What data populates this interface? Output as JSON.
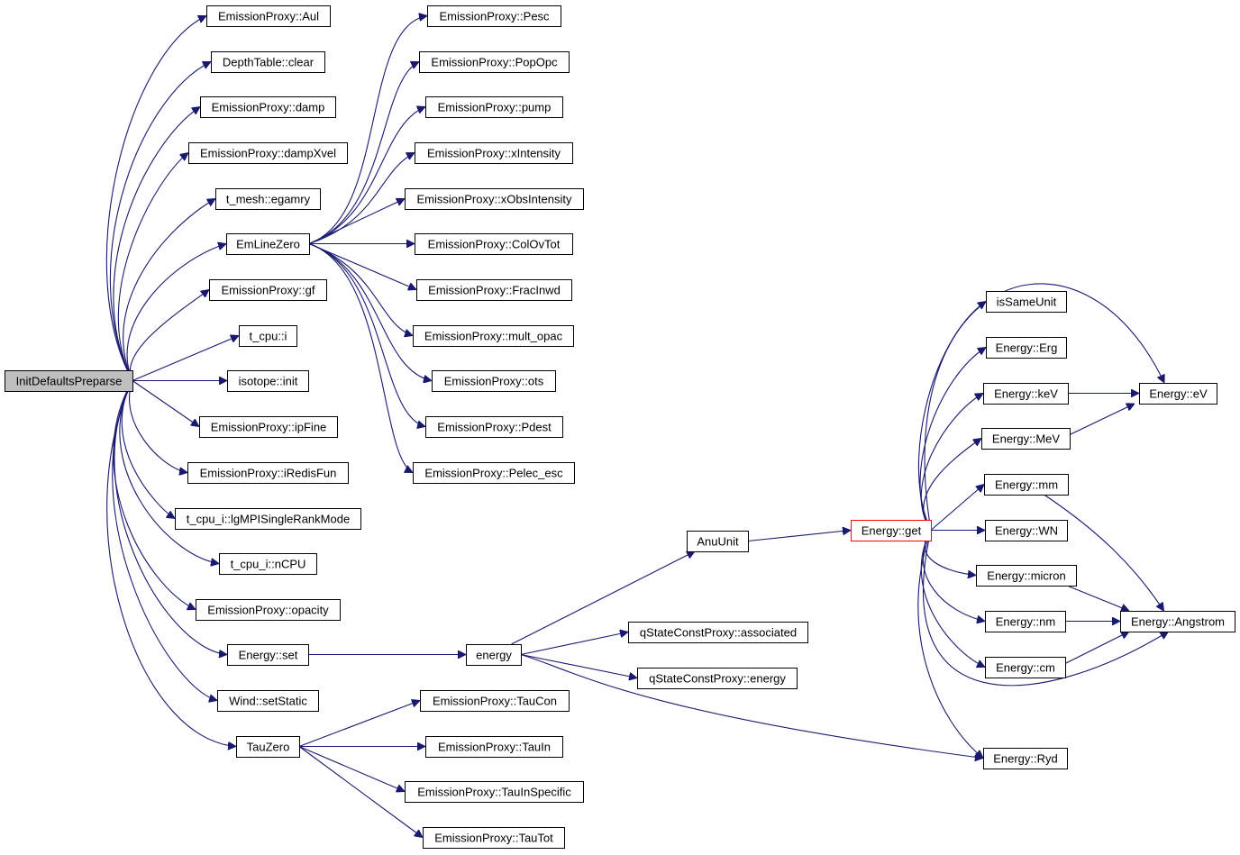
{
  "graph": {
    "nodes": [
      {
        "id": "root",
        "label": "InitDefaultsPreparse",
        "style": "root"
      },
      {
        "id": "aul",
        "label": "EmissionProxy::Aul"
      },
      {
        "id": "clear",
        "label": "DepthTable::clear"
      },
      {
        "id": "damp",
        "label": "EmissionProxy::damp"
      },
      {
        "id": "dampxvel",
        "label": "EmissionProxy::dampXvel"
      },
      {
        "id": "egamry",
        "label": "t_mesh::egamry"
      },
      {
        "id": "emlinezero",
        "label": "EmLineZero"
      },
      {
        "id": "gf",
        "label": "EmissionProxy::gf"
      },
      {
        "id": "tcpui",
        "label": "t_cpu::i"
      },
      {
        "id": "isoinit",
        "label": "isotope::init"
      },
      {
        "id": "ipfine",
        "label": "EmissionProxy::ipFine"
      },
      {
        "id": "iredisfun",
        "label": "EmissionProxy::iRedisFun"
      },
      {
        "id": "lgmpi",
        "label": "t_cpu_i::lgMPISingleRankMode"
      },
      {
        "id": "ncpu",
        "label": "t_cpu_i::nCPU"
      },
      {
        "id": "opacity",
        "label": "EmissionProxy::opacity"
      },
      {
        "id": "energyset",
        "label": "Energy::set"
      },
      {
        "id": "setstatic",
        "label": "Wind::setStatic"
      },
      {
        "id": "tauzero",
        "label": "TauZero"
      },
      {
        "id": "pesc",
        "label": "EmissionProxy::Pesc"
      },
      {
        "id": "popopc",
        "label": "EmissionProxy::PopOpc"
      },
      {
        "id": "pump",
        "label": "EmissionProxy::pump"
      },
      {
        "id": "xint",
        "label": "EmissionProxy::xIntensity"
      },
      {
        "id": "xobs",
        "label": "EmissionProxy::xObsIntensity"
      },
      {
        "id": "colovtot",
        "label": "EmissionProxy::ColOvTot"
      },
      {
        "id": "fracinwd",
        "label": "EmissionProxy::FracInwd"
      },
      {
        "id": "multopac",
        "label": "EmissionProxy::mult_opac"
      },
      {
        "id": "ots",
        "label": "EmissionProxy::ots"
      },
      {
        "id": "pdest",
        "label": "EmissionProxy::Pdest"
      },
      {
        "id": "pelec",
        "label": "EmissionProxy::Pelec_esc"
      },
      {
        "id": "taucon",
        "label": "EmissionProxy::TauCon"
      },
      {
        "id": "tauin",
        "label": "EmissionProxy::TauIn"
      },
      {
        "id": "tauinspec",
        "label": "EmissionProxy::TauInSpecific"
      },
      {
        "id": "tautot",
        "label": "EmissionProxy::TauTot"
      },
      {
        "id": "energy",
        "label": "energy"
      },
      {
        "id": "anuunit",
        "label": "AnuUnit"
      },
      {
        "id": "qassoc",
        "label": "qStateConstProxy::associated"
      },
      {
        "id": "qenergy",
        "label": "qStateConstProxy::energy"
      },
      {
        "id": "energyget",
        "label": "Energy::get",
        "style": "highlight"
      },
      {
        "id": "issame",
        "label": "isSameUnit"
      },
      {
        "id": "erg",
        "label": "Energy::Erg"
      },
      {
        "id": "kev",
        "label": "Energy::keV"
      },
      {
        "id": "mev",
        "label": "Energy::MeV"
      },
      {
        "id": "mm",
        "label": "Energy::mm"
      },
      {
        "id": "wn",
        "label": "Energy::WN"
      },
      {
        "id": "micron",
        "label": "Energy::micron"
      },
      {
        "id": "nm",
        "label": "Energy::nm"
      },
      {
        "id": "cm",
        "label": "Energy::cm"
      },
      {
        "id": "ryd",
        "label": "Energy::Ryd"
      },
      {
        "id": "ev",
        "label": "Energy::eV"
      },
      {
        "id": "angstrom",
        "label": "Energy::Angstrom"
      }
    ],
    "edges": [
      {
        "from": "root",
        "to": "aul"
      },
      {
        "from": "root",
        "to": "clear"
      },
      {
        "from": "root",
        "to": "damp"
      },
      {
        "from": "root",
        "to": "dampxvel"
      },
      {
        "from": "root",
        "to": "egamry"
      },
      {
        "from": "root",
        "to": "emlinezero"
      },
      {
        "from": "root",
        "to": "gf"
      },
      {
        "from": "root",
        "to": "tcpui"
      },
      {
        "from": "root",
        "to": "isoinit"
      },
      {
        "from": "root",
        "to": "ipfine"
      },
      {
        "from": "root",
        "to": "iredisfun"
      },
      {
        "from": "root",
        "to": "lgmpi"
      },
      {
        "from": "root",
        "to": "ncpu"
      },
      {
        "from": "root",
        "to": "opacity"
      },
      {
        "from": "root",
        "to": "energyset"
      },
      {
        "from": "root",
        "to": "setstatic"
      },
      {
        "from": "root",
        "to": "tauzero"
      },
      {
        "from": "emlinezero",
        "to": "pesc"
      },
      {
        "from": "emlinezero",
        "to": "popopc"
      },
      {
        "from": "emlinezero",
        "to": "pump"
      },
      {
        "from": "emlinezero",
        "to": "xint"
      },
      {
        "from": "emlinezero",
        "to": "xobs"
      },
      {
        "from": "emlinezero",
        "to": "colovtot"
      },
      {
        "from": "emlinezero",
        "to": "fracinwd"
      },
      {
        "from": "emlinezero",
        "to": "multopac"
      },
      {
        "from": "emlinezero",
        "to": "ots"
      },
      {
        "from": "emlinezero",
        "to": "pdest"
      },
      {
        "from": "emlinezero",
        "to": "pelec"
      },
      {
        "from": "energyset",
        "to": "energy"
      },
      {
        "from": "energy",
        "to": "anuunit"
      },
      {
        "from": "energy",
        "to": "qassoc"
      },
      {
        "from": "energy",
        "to": "qenergy"
      },
      {
        "from": "energy",
        "to": "ryd"
      },
      {
        "from": "anuunit",
        "to": "energyget"
      },
      {
        "from": "tauzero",
        "to": "taucon"
      },
      {
        "from": "tauzero",
        "to": "tauin"
      },
      {
        "from": "tauzero",
        "to": "tauinspec"
      },
      {
        "from": "tauzero",
        "to": "tautot"
      },
      {
        "from": "energyget",
        "to": "issame"
      },
      {
        "from": "energyget",
        "to": "erg"
      },
      {
        "from": "energyget",
        "to": "kev"
      },
      {
        "from": "energyget",
        "to": "mev"
      },
      {
        "from": "energyget",
        "to": "mm"
      },
      {
        "from": "energyget",
        "to": "wn"
      },
      {
        "from": "energyget",
        "to": "micron"
      },
      {
        "from": "energyget",
        "to": "nm"
      },
      {
        "from": "energyget",
        "to": "cm"
      },
      {
        "from": "energyget",
        "to": "ryd"
      },
      {
        "from": "energyget",
        "to": "ev"
      },
      {
        "from": "energyget",
        "to": "angstrom"
      },
      {
        "from": "kev",
        "to": "ev"
      },
      {
        "from": "mev",
        "to": "ev"
      },
      {
        "from": "mm",
        "to": "angstrom"
      },
      {
        "from": "micron",
        "to": "angstrom"
      },
      {
        "from": "nm",
        "to": "angstrom"
      },
      {
        "from": "cm",
        "to": "angstrom"
      }
    ],
    "colors": {
      "edge": "#191970",
      "root_fill": "#bfbfbf",
      "highlight_border": "#ff0000"
    }
  }
}
